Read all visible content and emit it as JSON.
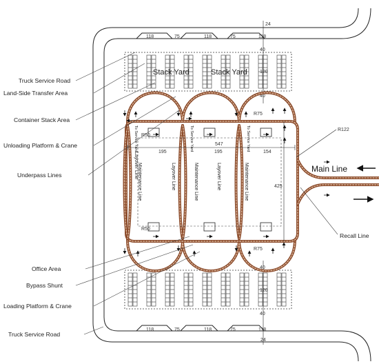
{
  "labels": {
    "truck_service_road_top": "Truck Service Road",
    "land_side_transfer_area": "Land-Side Transfer Area",
    "container_stack_area": "Container Stack Area",
    "unloading_platform": "Unloading Platform & Crane",
    "underpass_lines": "Underpass Lines",
    "office_area": "Office Area",
    "bypass_shunt": "Bypass Shunt",
    "loading_platform": "Loading Platform & Crane",
    "truck_service_road_bottom": "Truck Service Road",
    "main_line": "Main Line",
    "recall_line": "Recall Line"
  },
  "yard_labels": [
    "Stack Yard",
    "Stack Yard"
  ],
  "dimensions": {
    "road_top_width": "24",
    "road_bottom_width": "24",
    "top_segments": [
      "118",
      "75",
      "118",
      "75",
      "118"
    ],
    "bottom_segments": [
      "118",
      "75",
      "118",
      "75",
      "118"
    ],
    "gap_top_a": "40",
    "yard_depth_top": "120",
    "gap_top_b": "40",
    "gap_bottom_a": "40",
    "yard_depth_bottom": "120",
    "gap_bottom_b": "40",
    "loop_length": "547",
    "span_1": "195",
    "span_2": "195",
    "span_3": "154",
    "loop_height": "425",
    "radius_curve_top": "R75",
    "radius_curve_bottom": "R75",
    "radius_inner_top": "R50",
    "radius_inner_bottom": "R50",
    "radius_recall": "R122"
  },
  "vertical_labels": {
    "layover": "Layover Line",
    "maintenance": "Maintenance Line",
    "service": "To Service Yard"
  },
  "colors": {
    "track": "#8a4a2a",
    "line": "#222222"
  }
}
